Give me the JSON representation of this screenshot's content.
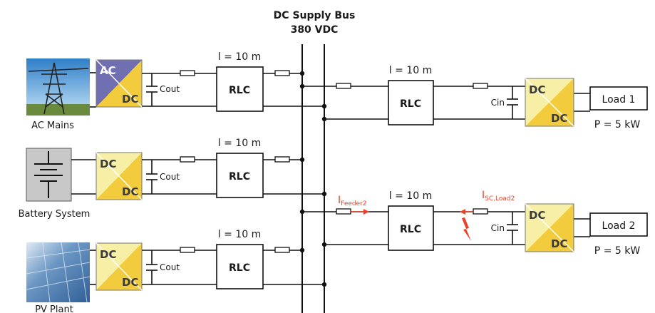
{
  "bus": {
    "title": "DC Supply Bus",
    "voltage": "380 VDC"
  },
  "sources": [
    {
      "name": "AC Mains",
      "conv_top": "AC",
      "conv_bottom": "DC",
      "cap": "Cout",
      "length": "l = 10 m",
      "rlc": "RLC"
    },
    {
      "name": "Battery System",
      "conv_top": "DC",
      "conv_bottom": "DC",
      "cap": "Cout",
      "length": "l = 10 m",
      "rlc": "RLC"
    },
    {
      "name": "PV Plant",
      "conv_top": "DC",
      "conv_bottom": "DC",
      "cap": "Cout",
      "length": "l = 10 m",
      "rlc": "RLC"
    }
  ],
  "loads": [
    {
      "name": "Load 1",
      "power": "P = 5 kW",
      "conv_top": "DC",
      "conv_bottom": "DC",
      "cap": "Cin",
      "length": "l = 10 m",
      "rlc": "RLC"
    },
    {
      "name": "Load 2",
      "power": "P = 5 kW",
      "conv_top": "DC",
      "conv_bottom": "DC",
      "cap": "Cin",
      "length": "l = 10 m",
      "rlc": "RLC"
    }
  ],
  "annotations": {
    "feeder_current_main": "I",
    "feeder_current_sub": "Feeder2",
    "sc_current_main": "I",
    "sc_current_sub": "SC,Load2"
  },
  "colors": {
    "converter_yellow": "#f2cc3c",
    "converter_light": "#f7efa6",
    "ac_purple": "#6f6fb2",
    "fault_red": "#e8432a"
  }
}
